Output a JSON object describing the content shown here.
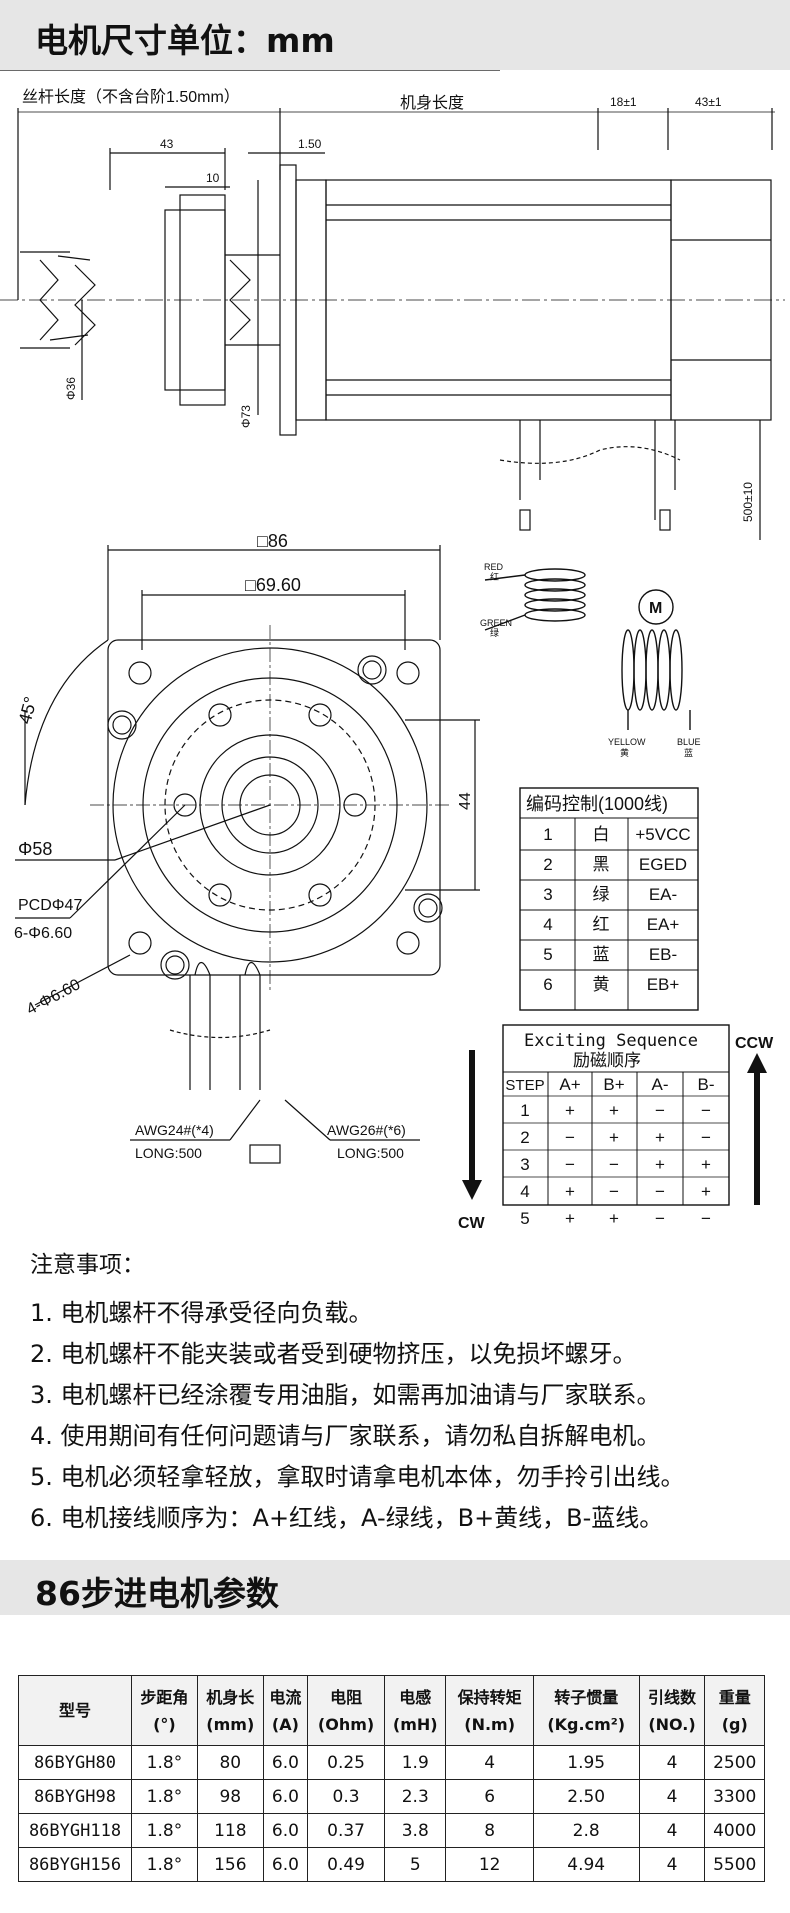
{
  "section1": {
    "title": "电机尺寸单位：mm"
  },
  "drawing": {
    "screw_length_label": "丝杆长度（不含台阶1.50mm）",
    "body_length_label": "机身长度",
    "dim_18": "18±1",
    "dim_43_top": "43±1",
    "dim_43": "43",
    "dim_150": "1.50",
    "dim_10": "10",
    "dia_36": "Φ36",
    "dia_73": "Φ73",
    "lead_500": "500±10",
    "sq_86": "□86",
    "sq_6960": "□69.60",
    "angle_45": "45°",
    "dia_58": "Φ58",
    "pcd_47": "PCDΦ47",
    "holes_660": "6-Φ6.60",
    "holes4_660": "4-Φ6.60",
    "dim_44": "44",
    "awg24": "AWG24#(*4)",
    "awg26": "AWG26#(*6)",
    "long500_a": "LONG:500",
    "long500_b": "LONG:500"
  },
  "coil": {
    "red_en": "RED",
    "red_cn": "红",
    "green_en": "GREEN",
    "green_cn": "绿",
    "motor": "M",
    "yellow_en": "YELLOW",
    "yellow_cn": "黄",
    "blue_en": "BLUE",
    "blue_cn": "蓝"
  },
  "encoder": {
    "title": "编码控制(1000线)",
    "rows": [
      {
        "n": "1",
        "color": "白",
        "sig": "+5VCC"
      },
      {
        "n": "2",
        "color": "黑",
        "sig": "EGED"
      },
      {
        "n": "3",
        "color": "绿",
        "sig": "EA-"
      },
      {
        "n": "4",
        "color": "红",
        "sig": "EA+"
      },
      {
        "n": "5",
        "color": "蓝",
        "sig": "EB-"
      },
      {
        "n": "6",
        "color": "黄",
        "sig": "EB+"
      }
    ]
  },
  "sequence": {
    "title_en": "Exciting Sequence",
    "title_cn": "励磁顺序",
    "headers": [
      "STEP",
      "A+",
      "B+",
      "A-",
      "B-"
    ],
    "rows": [
      [
        "1",
        "+",
        "+",
        "−",
        "−"
      ],
      [
        "2",
        "−",
        "+",
        "+",
        "−"
      ],
      [
        "3",
        "−",
        "−",
        "+",
        "+"
      ],
      [
        "4",
        "+",
        "−",
        "−",
        "+"
      ],
      [
        "5",
        "+",
        "+",
        "−",
        "−"
      ]
    ],
    "cw": "CW",
    "ccw": "CCW"
  },
  "notes": {
    "heading": "注意事项：",
    "items": [
      "1. 电机螺杆不得承受径向负载。",
      "2. 电机螺杆不能夹装或者受到硬物挤压，以免损坏螺牙。",
      "3. 电机螺杆已经涂覆专用油脂，如需再加油请与厂家联系。",
      "4. 使用期间有任何问题请与厂家联系，请勿私自拆解电机。",
      "5. 电机必须轻拿轻放，拿取时请拿电机本体，勿手拎引出线。",
      "6. 电机接线顺序为：A+红线，A-绿线，B+黄线，B-蓝线。"
    ]
  },
  "section2": {
    "title": "86步进电机参数"
  },
  "params": {
    "headers": [
      [
        "型号",
        ""
      ],
      [
        "步距角",
        "(°)"
      ],
      [
        "机身长",
        "(mm)"
      ],
      [
        "电流",
        "(A)"
      ],
      [
        "电阻",
        "(Ohm)"
      ],
      [
        "电感",
        "(mH)"
      ],
      [
        "保持转矩",
        "(N.m)"
      ],
      [
        "转子惯量",
        "(Kg.cm²)"
      ],
      [
        "引线数",
        "(NO.)"
      ],
      [
        "重量",
        "(g)"
      ]
    ],
    "rows": [
      [
        "86BYGH80",
        "1.8°",
        "80",
        "6.0",
        "0.25",
        "1.9",
        "4",
        "1.95",
        "4",
        "2500"
      ],
      [
        "86BYGH98",
        "1.8°",
        "98",
        "6.0",
        "0.3",
        "2.3",
        "6",
        "2.50",
        "4",
        "3300"
      ],
      [
        "86BYGH118",
        "1.8°",
        "118",
        "6.0",
        "0.37",
        "3.8",
        "8",
        "2.8",
        "4",
        "4000"
      ],
      [
        "86BYGH156",
        "1.8°",
        "156",
        "6.0",
        "0.49",
        "5",
        "12",
        "4.94",
        "4",
        "5500"
      ]
    ]
  }
}
